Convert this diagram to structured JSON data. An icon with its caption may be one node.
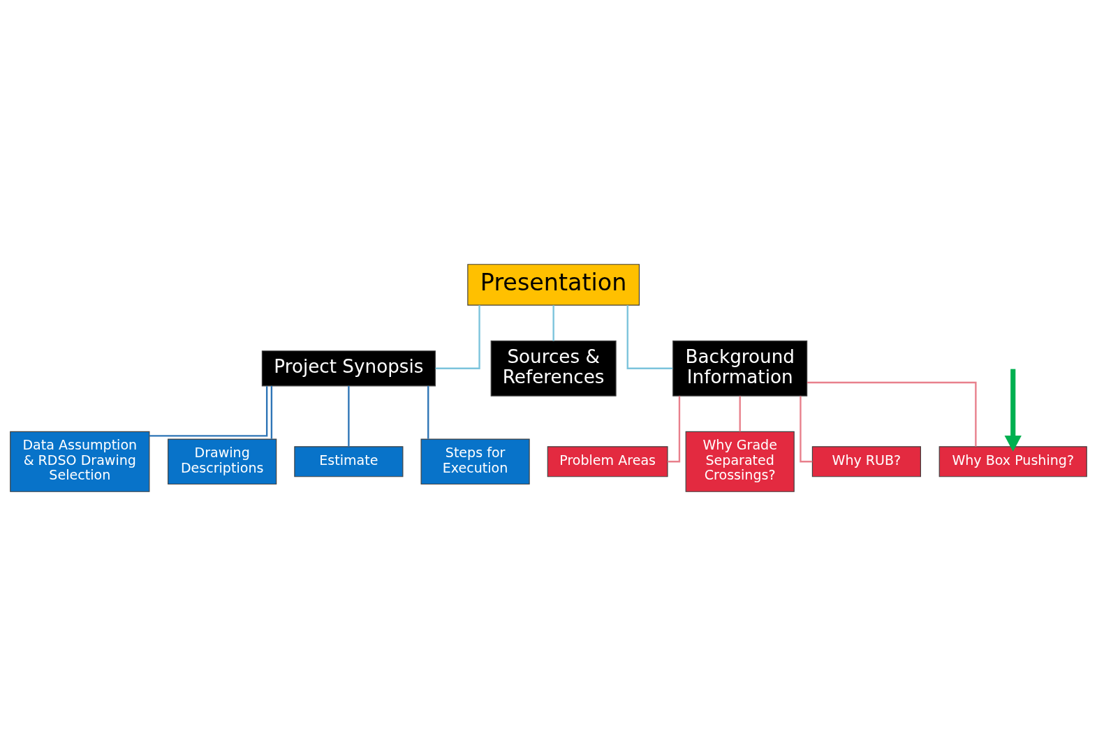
{
  "diagram": {
    "nodes": [
      {
        "text": [
          "Presentation"
        ]
      },
      {
        "text": [
          "Background Information"
        ]
      },
      {
        "text": [
          "Project Synopsis"
        ]
      },
      {
        "text": [
          "Sources & References"
        ]
      },
      {
        "text": [
          "Why Grade Separated Crossings?"
        ]
      },
      {
        "text": [
          "Why RUB?"
        ]
      },
      {
        "text": [
          "Why Box Pushing?"
        ]
      },
      {
        "text": [
          "Problem Areas"
        ]
      },
      {
        "text": [
          "Data Assumption & RDSO Drawing Selection"
        ]
      },
      {
        "text": [
          "Drawing Descriptions"
        ]
      },
      {
        "text": [
          "Estimate"
        ]
      },
      {
        "text": [
          "Steps for Execution"
        ]
      }
    ],
    "edges": [
      {
        "from": 0,
        "to": 1,
        "arrow": "none",
        "color": "#7cc4dc"
      },
      {
        "from": 0,
        "to": 2,
        "arrow": "none",
        "color": "#7cc4dc"
      },
      {
        "from": 0,
        "to": 3,
        "arrow": "none",
        "color": "#7cc4dc"
      },
      {
        "from": 1,
        "to": 4,
        "arrow": "none",
        "color": "#e8808c"
      },
      {
        "from": 1,
        "to": 5,
        "arrow": "none",
        "color": "#e8808c"
      },
      {
        "from": 1,
        "to": 6,
        "arrow": "none",
        "color": "#e8808c"
      },
      {
        "from": 1,
        "to": 7,
        "arrow": "none",
        "color": "#e8808c"
      },
      {
        "from": 2,
        "to": 8,
        "arrow": "none",
        "color": "#2e75b6"
      },
      {
        "from": 2,
        "to": 9,
        "arrow": "none",
        "color": "#2e75b6"
      },
      {
        "from": 2,
        "to": 10,
        "arrow": "none",
        "color": "#2e75b6"
      },
      {
        "from": 2,
        "to": 11,
        "arrow": "none",
        "color": "#2e75b6"
      },
      {
        "from": null,
        "to": 6,
        "arrow": "to",
        "style": "thick",
        "color": "#00b050"
      }
    ]
  }
}
